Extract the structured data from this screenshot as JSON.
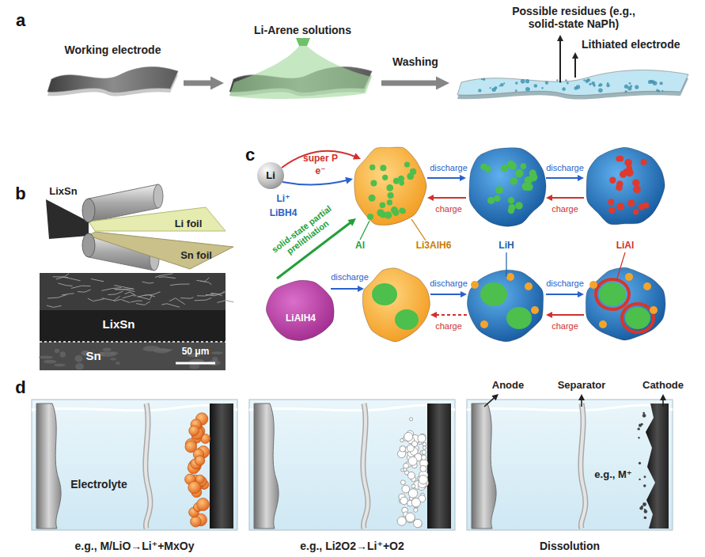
{
  "diagram": {
    "nodes": [
      {
        "text": [
          "Working electrode"
        ]
      },
      {
        "text": [
          "Li-Arene solutions"
        ]
      },
      {
        "text": [
          "Lithiated electrode"
        ]
      },
      {
        "text": [
          "Li"
        ]
      },
      {
        "text": [
          "LiAlH4"
        ]
      }
    ],
    "edges": [
      {
        "from": 0,
        "to": 1,
        "arrow": "to"
      },
      {
        "from": 1,
        "to": 2,
        "label": "Washing",
        "arrow": "to"
      }
    ],
    "labels": [
      "a",
      "Possible residues (e.g., solid-state NaPh)",
      "b",
      "LixSn",
      "Li foil",
      "Sn foil",
      "LixSn",
      "Sn",
      "50 μm",
      "c",
      "super P",
      "e⁻",
      "Li⁺",
      "LiBH4",
      "solid-state partial prelithiation",
      "discharge",
      "charge",
      "discharge",
      "charge",
      "discharge",
      "discharge",
      "charge",
      "discharge",
      "charge",
      "Al",
      "Li3AlH6",
      "LiH",
      "LiAl",
      "d",
      "Anode",
      "Separator",
      "Cathode",
      "Electrolyte",
      "e.g., M⁺",
      "e.g., M/LiO→Li⁺+MxOy",
      "e.g., Li2O2→Li⁺+O2",
      "Dissolution"
    ]
  }
}
